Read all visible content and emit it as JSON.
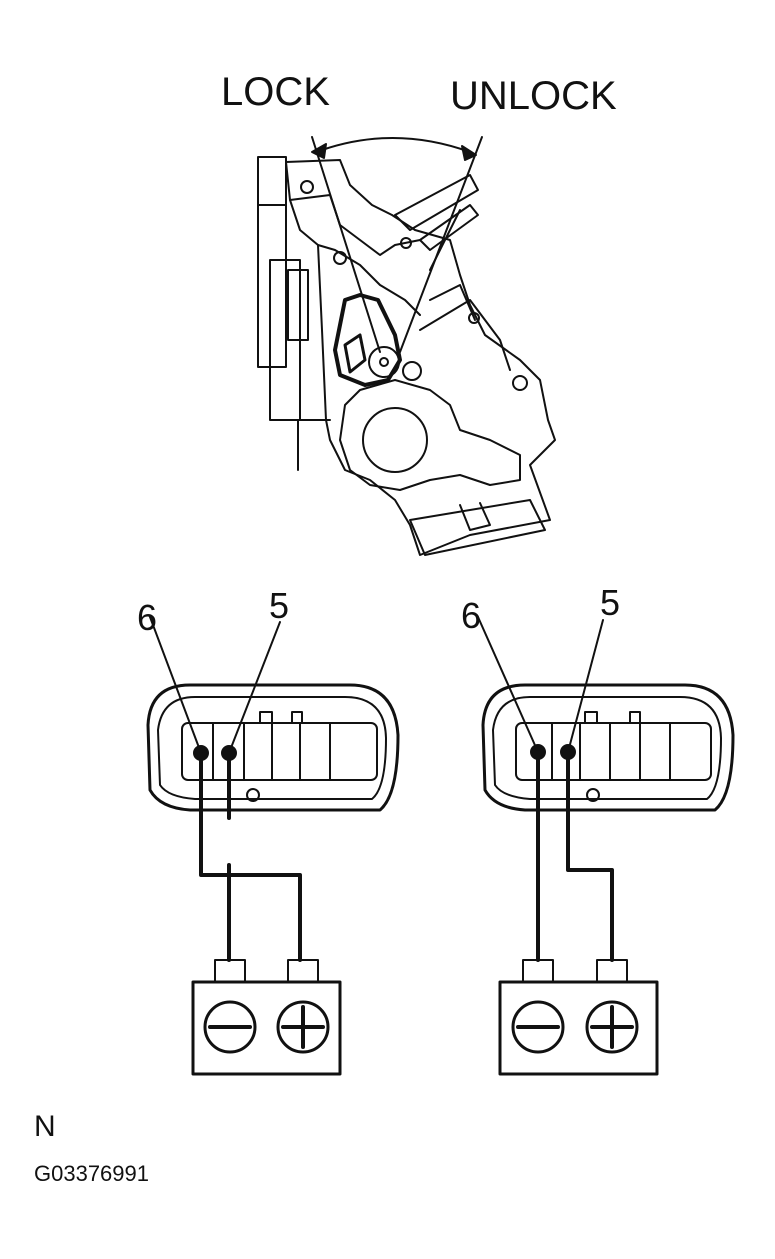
{
  "labels": {
    "lock": "LOCK",
    "unlock": "UNLOCK",
    "left_connector": {
      "pin_a": "6",
      "pin_b": "5"
    },
    "right_connector": {
      "pin_a": "6",
      "pin_b": "5"
    },
    "figure_letter": "N",
    "figure_code": "G03376991"
  },
  "battery_terminals": [
    "negative-icon",
    "positive-icon"
  ],
  "colors": {
    "line": "#111111",
    "background": "#ffffff"
  }
}
